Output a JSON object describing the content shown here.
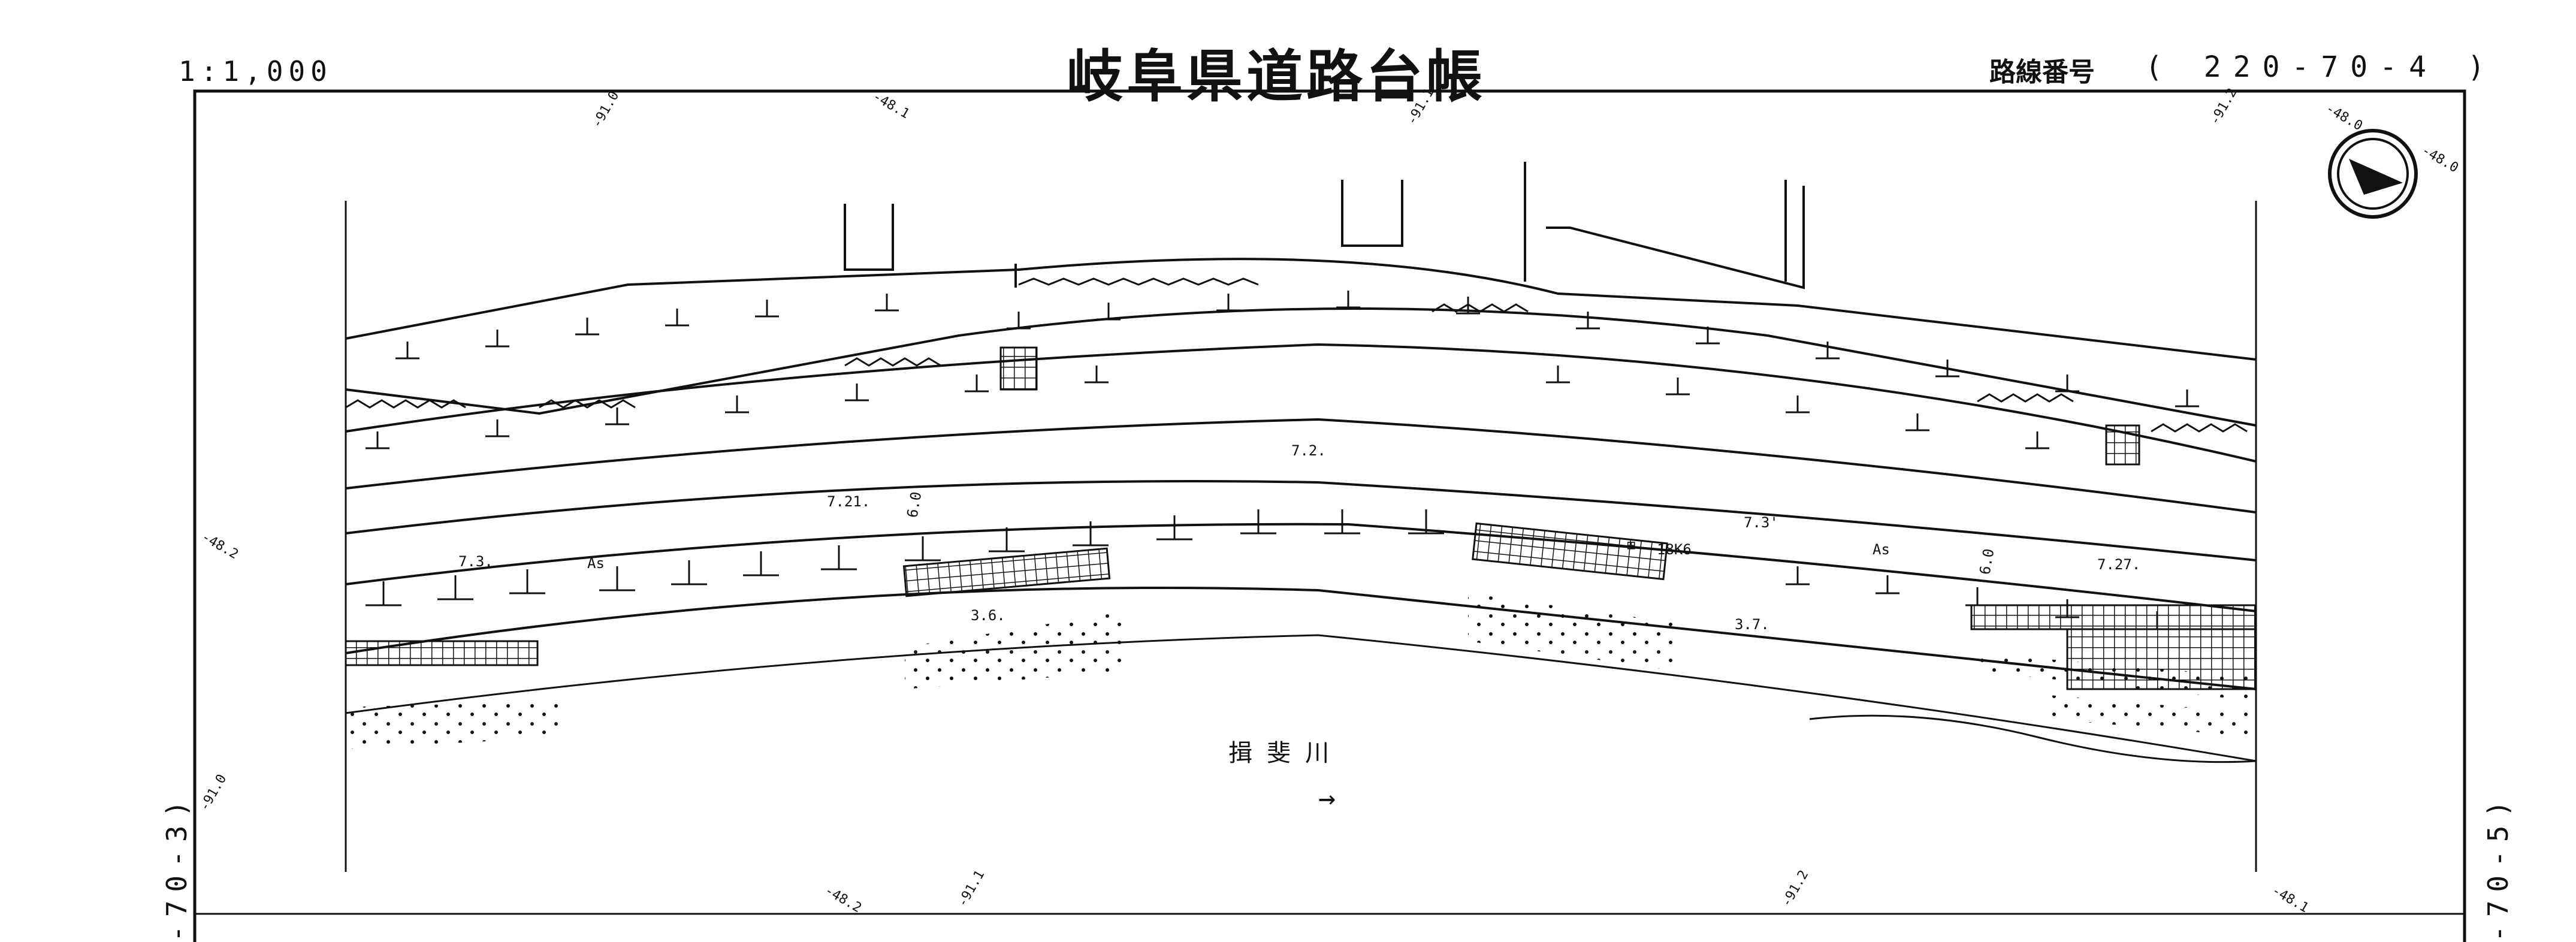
{
  "header": {
    "scale": "1:1,000",
    "title": "岐阜県道路台帳",
    "route_label": "路線番号",
    "route_number": "( 220-70-4 )"
  },
  "edges": {
    "left_ref": "-70-3)",
    "right_ref": "-70-5)"
  },
  "map": {
    "river": {
      "name": "揖  斐  川",
      "flow_arrow": "→"
    },
    "north_arrow_icon": "north-arrow-icon",
    "road_labels": {
      "surface_left": "As",
      "surface_right": "As",
      "width_1": "7.3.",
      "width_2": "7.21.",
      "width_3": "7.2.",
      "width_4": "7.3'",
      "width_5": "7.27.",
      "width_6": "3.6.",
      "width_7": "3.7.",
      "width_8": "6.0",
      "width_9": "6.0",
      "bridge_code": "18K6",
      "bridge_symbol": "⊞"
    },
    "elevations": [
      "-91.0",
      "-48.1",
      "-91.1",
      "-91.2",
      "-48.0",
      "-48.0",
      "-48.2",
      "-91.0",
      "-48.2",
      "-91.1",
      "-91.2",
      "-48.1"
    ]
  }
}
